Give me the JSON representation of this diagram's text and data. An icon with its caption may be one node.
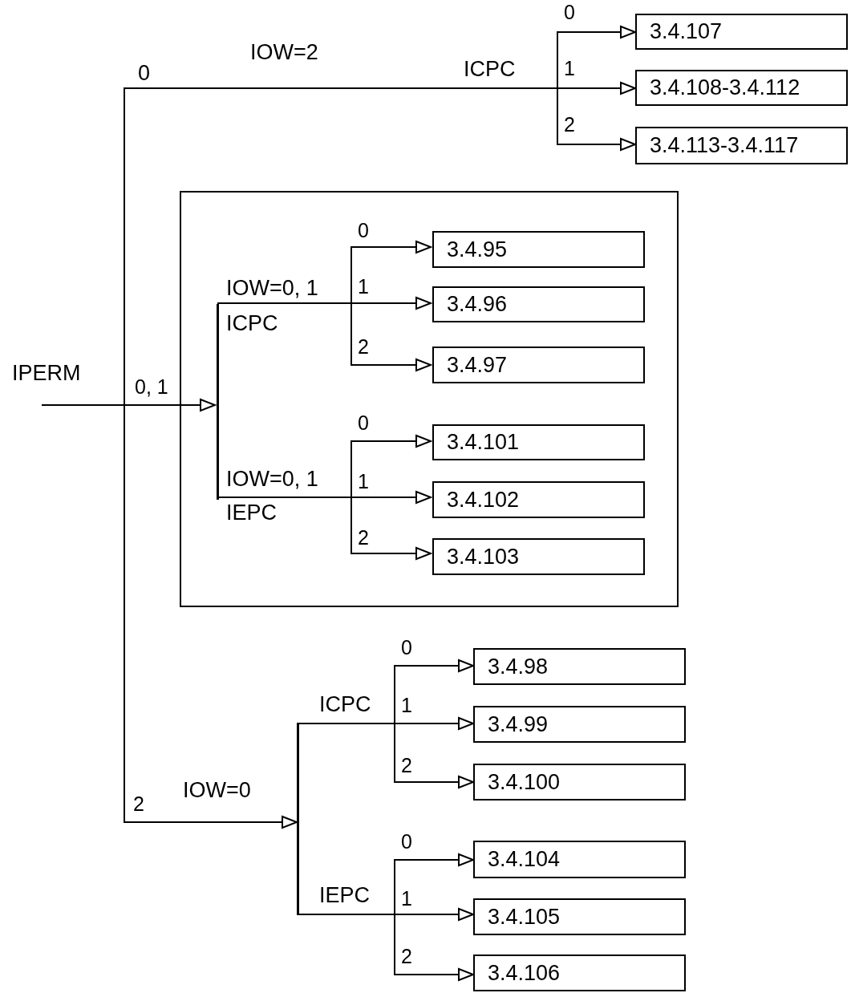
{
  "diagram": {
    "nodes": [
      {
        "text": [
          "IPERM"
        ]
      },
      {
        "text": [
          "3.4.107"
        ]
      },
      {
        "text": [
          "3.4.108-3.4.112"
        ]
      },
      {
        "text": [
          "3.4.113-3.4.117"
        ]
      },
      {
        "text": [],
        "shape": "box"
      },
      {
        "text": [],
        "shape": "bar",
        "in": 4
      },
      {
        "text": [
          "3.4.95"
        ],
        "in": 4
      },
      {
        "text": [
          "3.4.96"
        ],
        "in": 4
      },
      {
        "text": [
          "3.4.97"
        ],
        "in": 4
      },
      {
        "text": [
          "3.4.101"
        ],
        "in": 4
      },
      {
        "text": [
          "3.4.102"
        ],
        "in": 4
      },
      {
        "text": [
          "3.4.103"
        ],
        "in": 4
      },
      {
        "text": [],
        "shape": "bar"
      },
      {
        "text": [
          "3.4.98"
        ]
      },
      {
        "text": [
          "3.4.99"
        ]
      },
      {
        "text": [
          "3.4.100"
        ]
      },
      {
        "text": [
          "3.4.104"
        ]
      },
      {
        "text": [
          "3.4.105"
        ]
      },
      {
        "text": [
          "3.4.106"
        ]
      }
    ],
    "edges": [
      {
        "from": 0,
        "to": 1,
        "arrow": "to",
        "label": "0"
      },
      {
        "from": 0,
        "to": 2,
        "arrow": "to",
        "label": "1"
      },
      {
        "from": 0,
        "to": 3,
        "arrow": "to",
        "label": "2"
      },
      {
        "from": 0,
        "to": 5,
        "arrow": "to",
        "label": "0, 1"
      },
      {
        "from": 5,
        "to": 6,
        "arrow": "to",
        "label": "0"
      },
      {
        "from": 5,
        "to": 7,
        "arrow": "to",
        "label": "1"
      },
      {
        "from": 5,
        "to": 8,
        "arrow": "to",
        "label": "2"
      },
      {
        "from": 5,
        "to": 9,
        "arrow": "to",
        "label": "0"
      },
      {
        "from": 5,
        "to": 10,
        "arrow": "to",
        "label": "1"
      },
      {
        "from": 5,
        "to": 11,
        "arrow": "to",
        "label": "2"
      },
      {
        "from": 0,
        "to": 12,
        "arrow": "to",
        "label": "2"
      },
      {
        "from": 12,
        "to": 13,
        "arrow": "to",
        "label": "0"
      },
      {
        "from": 12,
        "to": 14,
        "arrow": "to",
        "label": "1"
      },
      {
        "from": 12,
        "to": 15,
        "arrow": "to",
        "label": "2"
      },
      {
        "from": 12,
        "to": 16,
        "arrow": "to",
        "label": "0"
      },
      {
        "from": 12,
        "to": 17,
        "arrow": "to",
        "label": "1"
      },
      {
        "from": 12,
        "to": 18,
        "arrow": "to",
        "label": "2"
      }
    ],
    "labels": [
      "IOW=2",
      "ICPC",
      "0",
      "IOW=0, 1",
      "ICPC",
      "IOW=0, 1",
      "IEPC",
      "ICPC",
      "IOW=0",
      "IEPC"
    ]
  }
}
